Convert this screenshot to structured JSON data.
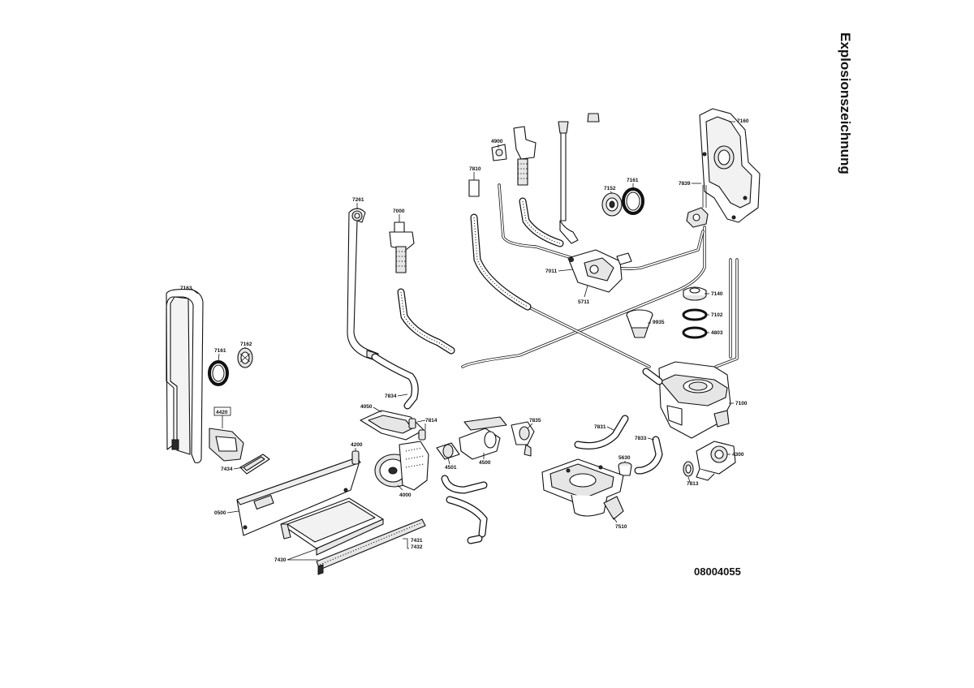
{
  "title": "Explosionszeichnung",
  "document_number": "08004055",
  "labels": {
    "l7163": "7163",
    "l7161a": "7161",
    "l7162a": "7162",
    "l4420": "4420",
    "l7434": "7434",
    "l0500": "0500",
    "l7430": "7430",
    "l7431": "7431",
    "l7432": "7432",
    "l4200": "4200",
    "l4050": "4050",
    "l4000": "4000",
    "l7834": "7834",
    "l7814": "7814",
    "l4501": "4501",
    "l4500": "4500",
    "l7835": "7835",
    "l7831": "7831",
    "l7261": "7261",
    "l7000": "7000",
    "l7810": "7810",
    "l4900": "4900",
    "l7011": "7011",
    "l5711": "5711",
    "l7152": "7152",
    "l7161b": "7161",
    "l7160": "7160",
    "l7839": "7839",
    "l7140": "7140",
    "l7102": "7102",
    "l4803": "4803",
    "l9935": "9935",
    "l7100": "7100",
    "l7833": "7833",
    "l5630": "5630",
    "l7813": "7813",
    "l4300": "4300",
    "l7510": "7510"
  }
}
